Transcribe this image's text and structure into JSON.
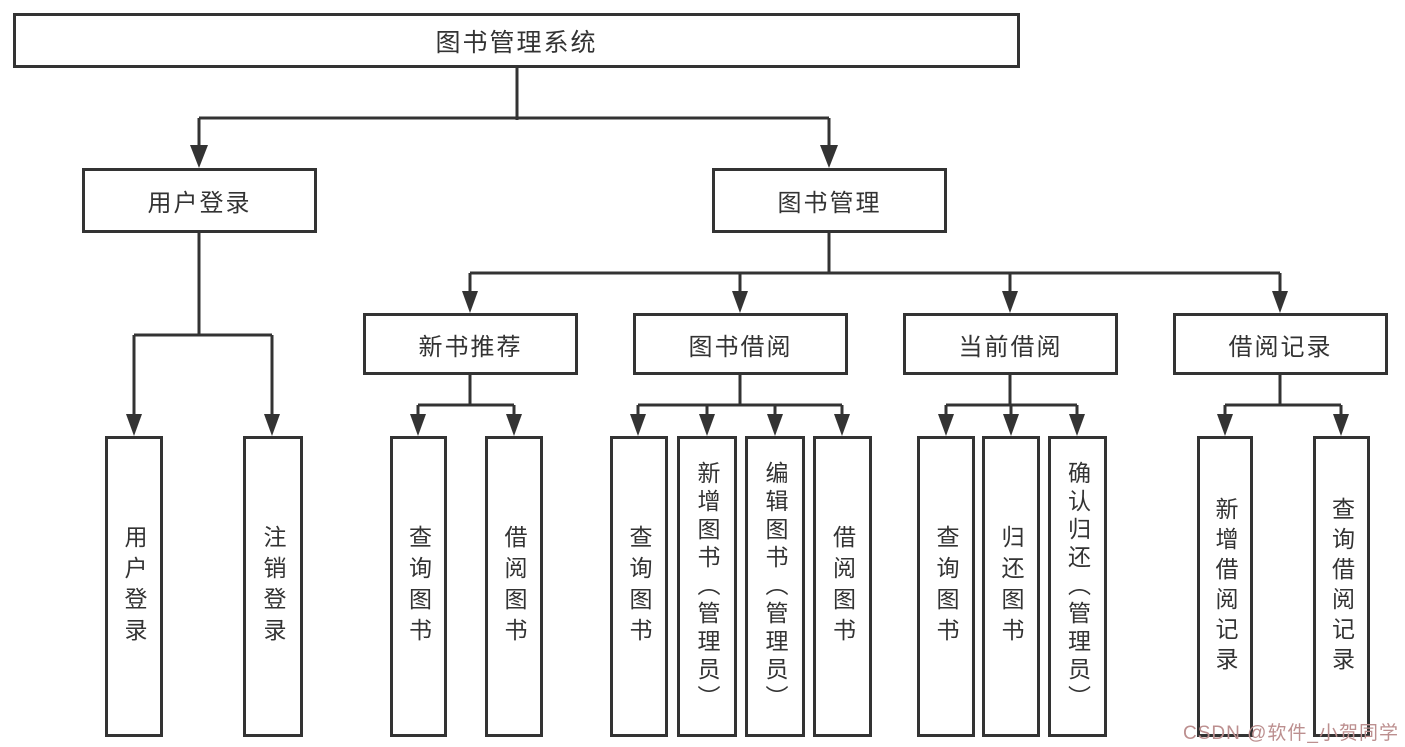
{
  "diagram": {
    "type": "hierarchy-tree",
    "title": "图书管理系统",
    "nodes": {
      "root": {
        "label": "图书管理系统"
      },
      "user_login": {
        "label": "用户登录"
      },
      "book_mgmt": {
        "label": "图书管理"
      },
      "new_book_rec": {
        "label": "新书推荐"
      },
      "book_borrow": {
        "label": "图书借阅"
      },
      "current_borrow": {
        "label": "当前借阅"
      },
      "borrow_record": {
        "label": "借阅记录"
      },
      "leaf_user_login": {
        "label": "用户登录"
      },
      "leaf_logout": {
        "label": "注销登录"
      },
      "leaf_query_book_rec": {
        "label": "查询图书"
      },
      "leaf_borrow_book_rec": {
        "label": "借阅图书"
      },
      "leaf_query_book_borrow": {
        "label": "查询图书"
      },
      "leaf_add_book": {
        "label": "新增图书（管理员）"
      },
      "leaf_edit_book": {
        "label": "编辑图书（管理员）"
      },
      "leaf_borrow_book": {
        "label": "借阅图书"
      },
      "leaf_query_book_current": {
        "label": "查询图书"
      },
      "leaf_return_book": {
        "label": "归还图书"
      },
      "leaf_confirm_return": {
        "label": "确认归还（管理员）"
      },
      "leaf_add_borrow_record": {
        "label": "新增借阅记录"
      },
      "leaf_query_borrow_record": {
        "label": "查询借阅记录"
      }
    },
    "edges": [
      [
        "root",
        "user_login"
      ],
      [
        "root",
        "book_mgmt"
      ],
      [
        "user_login",
        "leaf_user_login"
      ],
      [
        "user_login",
        "leaf_logout"
      ],
      [
        "book_mgmt",
        "new_book_rec"
      ],
      [
        "book_mgmt",
        "book_borrow"
      ],
      [
        "book_mgmt",
        "current_borrow"
      ],
      [
        "book_mgmt",
        "borrow_record"
      ],
      [
        "new_book_rec",
        "leaf_query_book_rec"
      ],
      [
        "new_book_rec",
        "leaf_borrow_book_rec"
      ],
      [
        "book_borrow",
        "leaf_query_book_borrow"
      ],
      [
        "book_borrow",
        "leaf_add_book"
      ],
      [
        "book_borrow",
        "leaf_edit_book"
      ],
      [
        "book_borrow",
        "leaf_borrow_book"
      ],
      [
        "current_borrow",
        "leaf_query_book_current"
      ],
      [
        "current_borrow",
        "leaf_return_book"
      ],
      [
        "current_borrow",
        "leaf_confirm_return"
      ],
      [
        "borrow_record",
        "leaf_add_borrow_record"
      ],
      [
        "borrow_record",
        "leaf_query_borrow_record"
      ]
    ]
  },
  "colors": {
    "line": "#333333",
    "text": "#333333",
    "box_background": "#ffffff",
    "watermark": "#bc8f8f"
  },
  "watermark": {
    "text": "CSDN @软件_小贺同学"
  }
}
